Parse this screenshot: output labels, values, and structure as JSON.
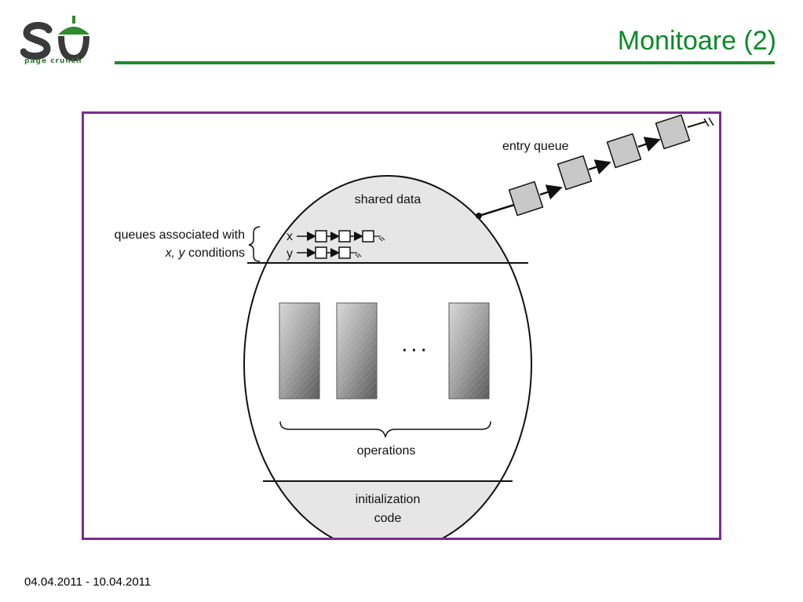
{
  "header": {
    "logo_text": "page crunch",
    "title": "Monitoare (2)"
  },
  "diagram": {
    "entry_queue_label": "entry queue",
    "shared_data_label": "shared data",
    "condition_queues_label_line1": "queues associated with",
    "condition_queues_label_italic": "x, y",
    "condition_queues_label_rest": " conditions",
    "condition_x_label": "x",
    "condition_y_label": "y",
    "ellipsis": "· · ·",
    "operations_label": "operations",
    "init_label_line1": "initialization",
    "init_label_line2": "code"
  },
  "footer": {
    "date_range": "04.04.2011 - 10.04.2011"
  },
  "colors": {
    "title_green": "#0a8a2a",
    "rule_green": "#1e8a2e",
    "frame_purple": "#7b2d8e",
    "queue_box_fill": "#c8c8c8",
    "section_fill": "#e6e6e6"
  }
}
